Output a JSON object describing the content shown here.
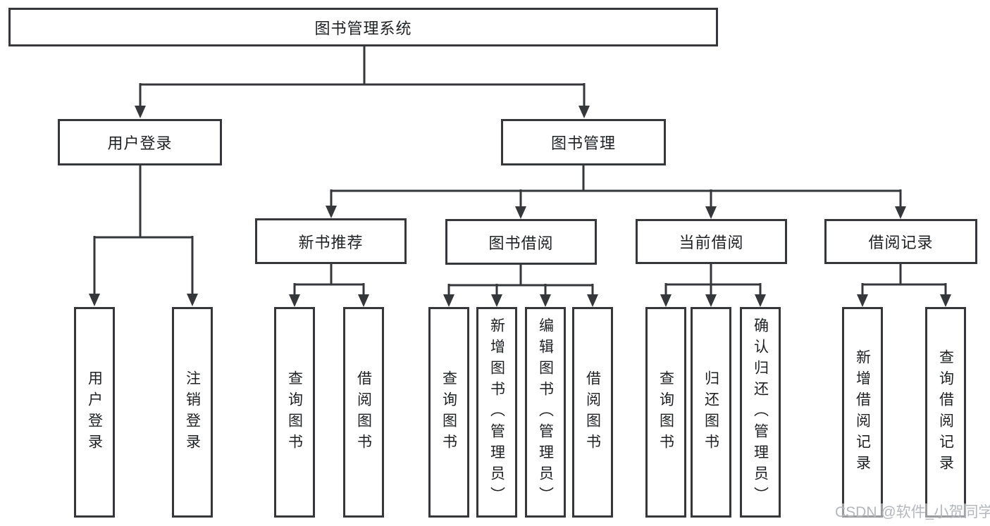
{
  "tree": {
    "root": {
      "label": "图书管理系统"
    },
    "children": [
      {
        "label": "用户登录",
        "children": [
          {
            "label": "用户登录"
          },
          {
            "label": "注销登录"
          }
        ]
      },
      {
        "label": "图书管理",
        "children": [
          {
            "label": "新书推荐",
            "children": [
              {
                "label": "查询图书"
              },
              {
                "label": "借阅图书"
              }
            ]
          },
          {
            "label": "图书借阅",
            "children": [
              {
                "label": "查询图书"
              },
              {
                "label": "新增图书（管理员）"
              },
              {
                "label": "编辑图书（管理员）"
              },
              {
                "label": "借阅图书"
              }
            ]
          },
          {
            "label": "当前借阅",
            "children": [
              {
                "label": "查询图书"
              },
              {
                "label": "归还图书"
              },
              {
                "label": "确认归还（管理员）"
              }
            ]
          },
          {
            "label": "借阅记录",
            "children": [
              {
                "label": "新增借阅记录"
              },
              {
                "label": "查询借阅记录"
              }
            ]
          }
        ]
      }
    ]
  },
  "watermark": {
    "text": "CSDN @软件_小贺同学"
  },
  "colors": {
    "line": "#35373a",
    "border": "#35373a",
    "text": "#1e2023",
    "watermark": "#b4b8bd",
    "background": "#ffffff"
  }
}
